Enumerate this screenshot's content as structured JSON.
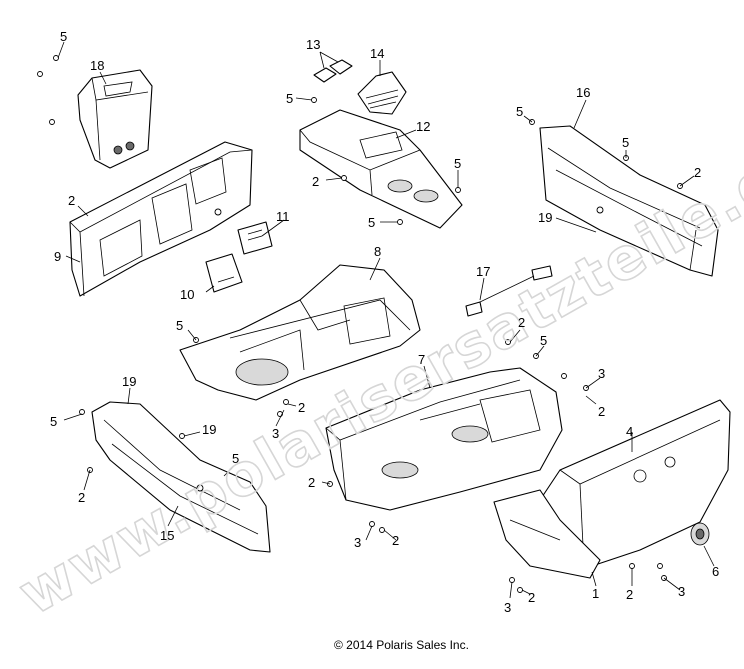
{
  "watermark": "www.polarisersatzteile.de",
  "copyright": "© 2014 Polaris Sales Inc.",
  "callouts": [
    "1",
    "2",
    "3",
    "4",
    "5",
    "6",
    "7",
    "8",
    "9",
    "10",
    "11",
    "12",
    "13",
    "14",
    "15",
    "16",
    "17",
    "18",
    "19"
  ]
}
